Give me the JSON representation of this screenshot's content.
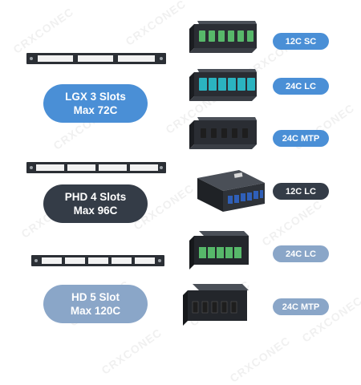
{
  "watermark": "CRXCONEC",
  "groups": [
    {
      "line1": "LGX 3 Slots",
      "line2": "Max 72C",
      "color": "#4a8fd6"
    },
    {
      "line1": "PHD 4 Slots",
      "line2": "Max 96C",
      "color": "#343c47"
    },
    {
      "line1": "HD 5 Slot",
      "line2": "Max 120C",
      "color": "#8aa6c8"
    }
  ],
  "modules": [
    {
      "label": "12C SC",
      "color": "#4a8fd6",
      "port_color": "#57b86a"
    },
    {
      "label": "24C LC",
      "color": "#4a8fd6",
      "port_color": "#2bb3c0"
    },
    {
      "label": "24C MTP",
      "color": "#4a8fd6",
      "port_color": "#1e1e1e"
    },
    {
      "label": "12C LC",
      "color": "#343c47",
      "port_color": "#2f5fb8"
    },
    {
      "label": "24C LC",
      "color": "#8aa6c8",
      "port_color": "#57b86a"
    },
    {
      "label": "24C MTP",
      "color": "#8aa6c8",
      "port_color": "#1e1e1e"
    }
  ]
}
